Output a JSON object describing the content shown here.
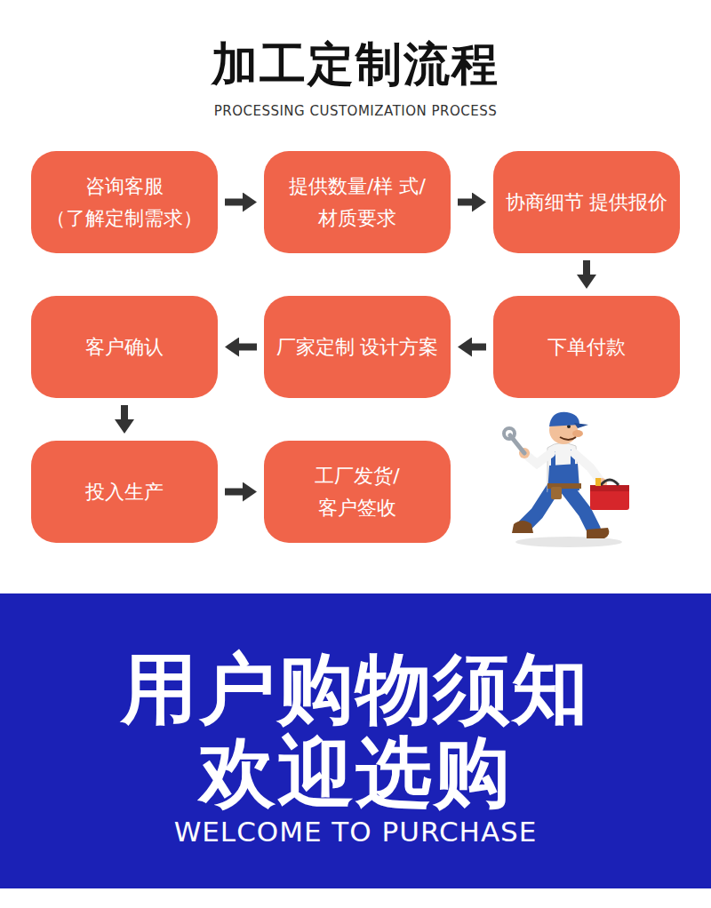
{
  "diagram": {
    "title": "加工定制流程",
    "nodes": [
      {
        "text": [
          "咨询客服 （了解定制需求）"
        ]
      },
      {
        "text": [
          "提供数量/样 式/材质要求"
        ]
      },
      {
        "text": [
          "协商细节 提供报价"
        ]
      },
      {
        "text": [
          "下单付款"
        ]
      },
      {
        "text": [
          "厂家定制 设计方案"
        ]
      },
      {
        "text": [
          "客户确认"
        ]
      },
      {
        "text": [
          "投入生产"
        ]
      },
      {
        "text": [
          "工厂发货/ 客户签收"
        ]
      }
    ],
    "edges": [
      {
        "from": 0,
        "to": 1,
        "arrow": "to"
      },
      {
        "from": 1,
        "to": 2,
        "arrow": "to"
      },
      {
        "from": 2,
        "to": 3,
        "arrow": "to"
      },
      {
        "from": 3,
        "to": 4,
        "arrow": "to"
      },
      {
        "from": 4,
        "to": 5,
        "arrow": "to"
      },
      {
        "from": 5,
        "to": 6,
        "arrow": "to"
      },
      {
        "from": 6,
        "to": 7,
        "arrow": "to"
      }
    ],
    "labels": [
      "PROCESSING CUSTOMIZATION PROCESS",
      "用户购物须知",
      "欢迎选购",
      "WELCOME TO PURCHASE"
    ]
  }
}
